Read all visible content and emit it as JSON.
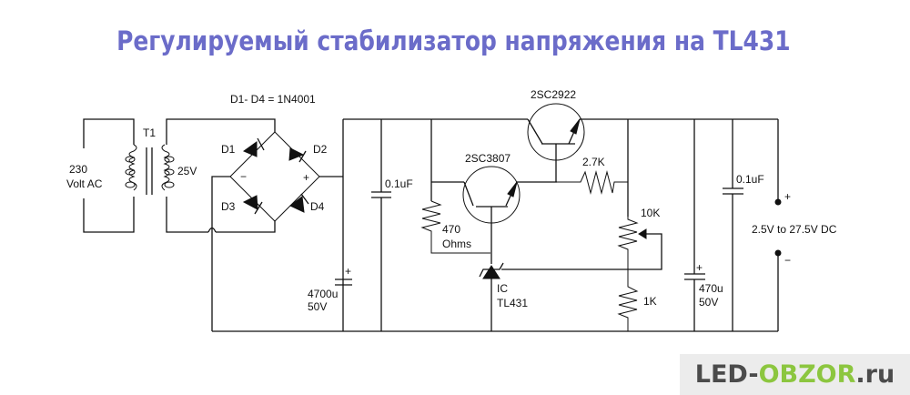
{
  "title": "Регулируемый стабилизатор напряжения на TL431",
  "schematic": {
    "input_label_line1": "230",
    "input_label_line2": "Volt AC",
    "transformer": {
      "ref": "T1",
      "secondary": "25V"
    },
    "bridge_note": "D1- D4 = 1N4001",
    "diodes": [
      "D1",
      "D2",
      "D3",
      "D4"
    ],
    "bridge_minus": "−",
    "bridge_plus": "+",
    "c_input_bulk": {
      "line1": "4700u",
      "line2": "50V",
      "polarity": "+"
    },
    "c_input_film": "0.1uF",
    "r_bias": {
      "line1": "470",
      "line2": "Ohms"
    },
    "q_driver": "2SC3807",
    "q_pass": "2SC2922",
    "r_top": "2.7K",
    "pot": "10K",
    "r_bottom": "1K",
    "ic": {
      "line1": "IC",
      "line2": "TL431"
    },
    "c_output_bulk": {
      "line1": "470u",
      "line2": "50V",
      "polarity": "+"
    },
    "c_output_film": "0.1uF",
    "output_plus": "+",
    "output_minus": "−",
    "output_range": "2.5V to 27.5V DC"
  },
  "logo": {
    "part1": "LED-",
    "part2": "OBZOR",
    "part3": ".ru"
  },
  "colors": {
    "title": "#6b6cc9",
    "logo_dark": "#4b4b4b",
    "logo_green": "#8cc63f",
    "logo_bg": "#ececec"
  }
}
